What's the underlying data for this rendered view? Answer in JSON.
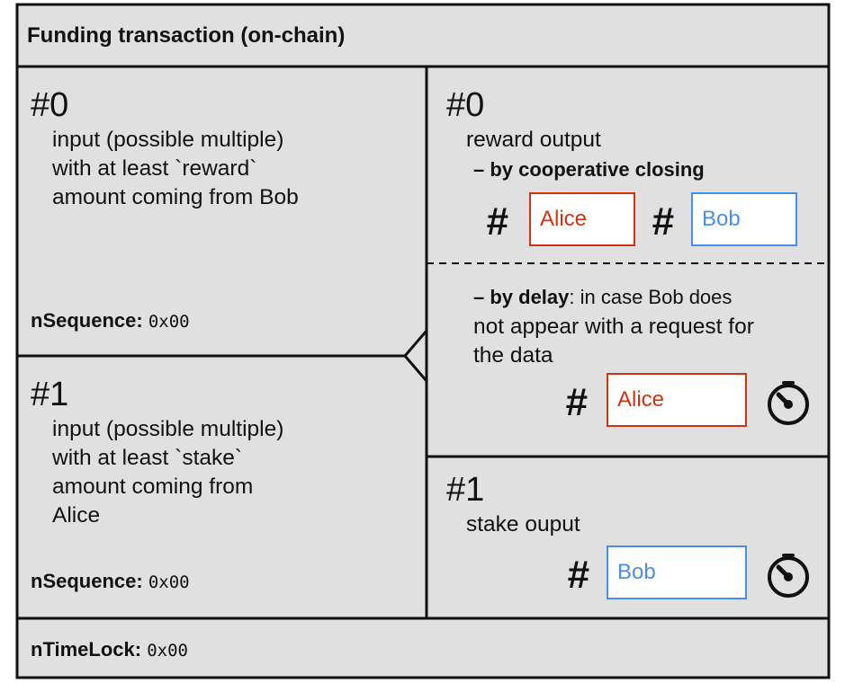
{
  "header": {
    "title": "Funding transaction (on-chain)"
  },
  "inputs": [
    {
      "index": "#0",
      "lines": [
        "input (possible multiple)",
        "with at least `reward`",
        "amount coming from Bob"
      ],
      "nsequence_label": "nSequence:",
      "nsequence_value": "0x00"
    },
    {
      "index": "#1",
      "lines": [
        "input (possible multiple)",
        "with at least `stake`",
        "amount coming from",
        "Alice"
      ],
      "nsequence_label": "nSequence:",
      "nsequence_value": "0x00"
    }
  ],
  "outputs": [
    {
      "index": "#0",
      "title": "reward output",
      "cooperative": {
        "label": "– by cooperative closing",
        "hash": "#",
        "signers": [
          "Alice",
          "Bob"
        ]
      },
      "delay": {
        "label_bold": "– by delay",
        "label_rest": ": in case Bob does",
        "lines": [
          "not appear with a request for",
          "the data"
        ],
        "hash": "#",
        "signer": "Alice",
        "timer_icon": "stopwatch-icon"
      }
    },
    {
      "index": "#1",
      "title": "stake ouput",
      "hash": "#",
      "signer": "Bob",
      "timer_icon": "stopwatch-icon"
    }
  ],
  "footer": {
    "ntimelock_label": "nTimeLock:",
    "ntimelock_value": "0x00"
  },
  "colors": {
    "background": "#e0e0e0",
    "border": "#111111",
    "alice": "#d0330f",
    "bob": "#4a8fe7"
  }
}
